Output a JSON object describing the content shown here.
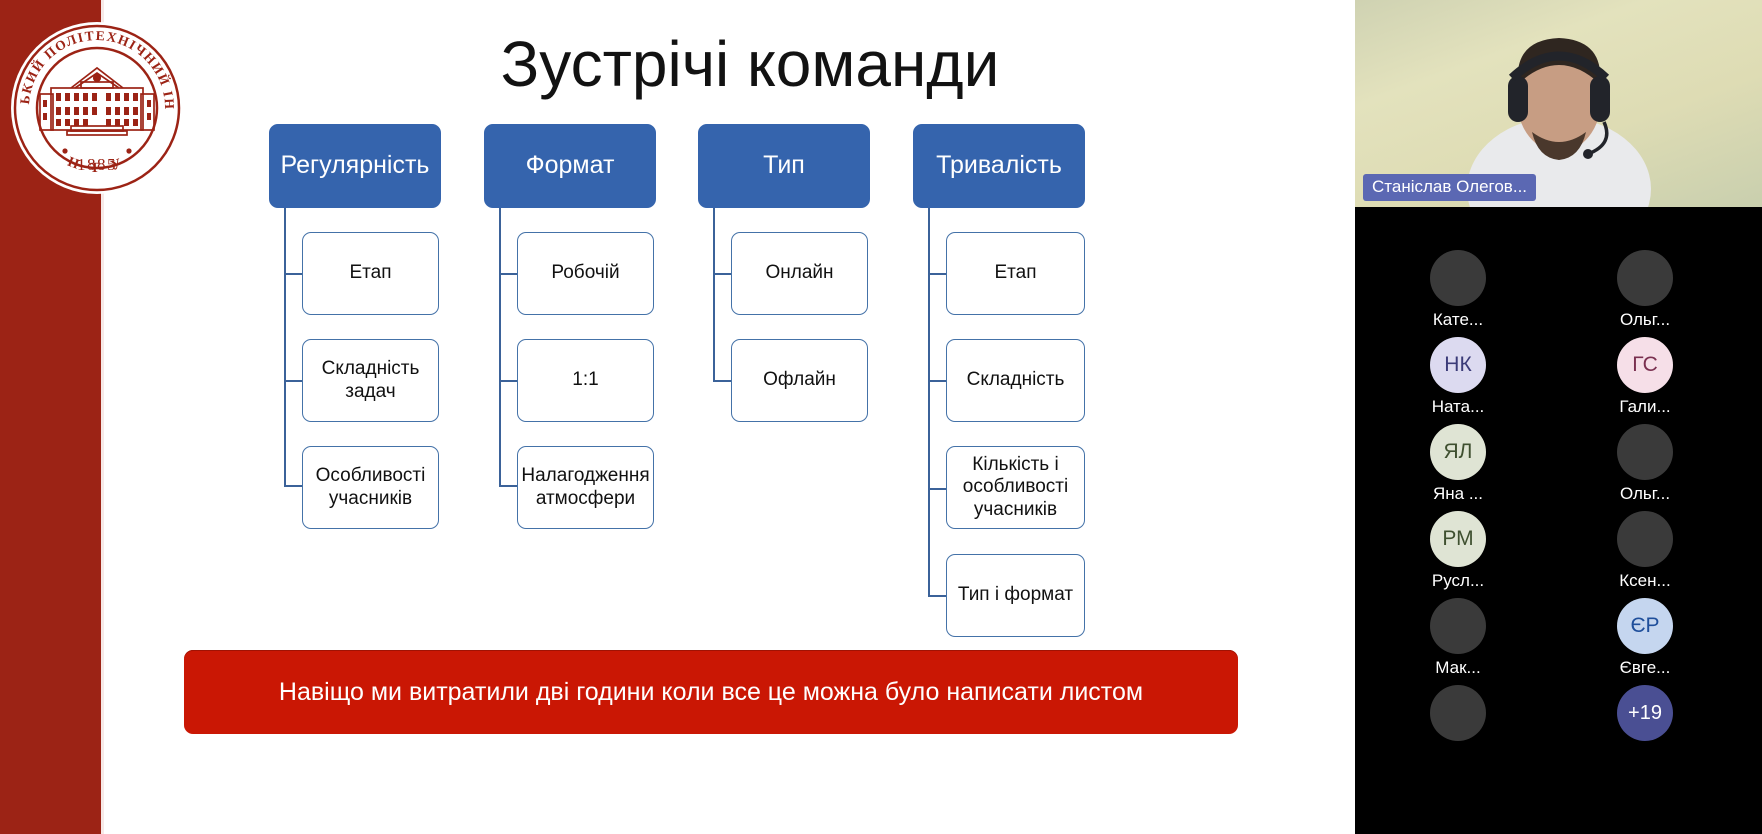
{
  "slide": {
    "title": "Зустрічі команди",
    "logo": {
      "outer_text_top": "ХАРКІВСЬКИЙ ПОЛІТЕХНІЧНИЙ ІНСТИТУТ",
      "year": "1885",
      "abbr": "Н Т У"
    },
    "banner_text": "Навіщо ми витратили дві години коли все це можна було написати листом",
    "colors": {
      "stripe": "#9c2315",
      "header_blue": "#3564ad",
      "leaf_border": "#4472a8",
      "banner_red": "#ca1704",
      "badge_blue": "#5b68b3"
    },
    "columns": [
      {
        "header": "Регулярність",
        "items": [
          "Етап",
          "Складність задач",
          "Особливості учасників"
        ]
      },
      {
        "header": "Формат",
        "items": [
          "Робочій",
          "1:1",
          "Налагодження атмосфери"
        ]
      },
      {
        "header": "Тип",
        "items": [
          "Онлайн",
          "Офлайн"
        ]
      },
      {
        "header": "Тривалість",
        "items": [
          "Етап",
          "Складність",
          "Кількість і особливості учасників",
          "Тип і формат"
        ]
      }
    ]
  },
  "call": {
    "speaker_name": "Станіслав Олегов...",
    "participants": [
      {
        "name": "Кате...",
        "initials": "",
        "kind": "photo",
        "photo": "p1"
      },
      {
        "name": "Ольг...",
        "initials": "",
        "kind": "photo",
        "photo": "p2"
      },
      {
        "name": "Ната...",
        "initials": "НК",
        "kind": "initials",
        "bg": "#dcdaf0",
        "fg": "#3b3b78"
      },
      {
        "name": "Гали...",
        "initials": "ГС",
        "kind": "initials",
        "bg": "#f6dfe8",
        "fg": "#7a3050"
      },
      {
        "name": "Яна ...",
        "initials": "ЯЛ",
        "kind": "initials",
        "bg": "#dfe4d4",
        "fg": "#3f5030"
      },
      {
        "name": "Ольг...",
        "initials": "",
        "kind": "photo",
        "photo": "p3"
      },
      {
        "name": "Русл...",
        "initials": "РМ",
        "kind": "initials",
        "bg": "#dfe4d4",
        "fg": "#3f5030"
      },
      {
        "name": "Ксен...",
        "initials": "",
        "kind": "photo",
        "photo": "p4"
      },
      {
        "name": "Мак...",
        "initials": "",
        "kind": "photo",
        "photo": "p5"
      },
      {
        "name": "Євге...",
        "initials": "ЄР",
        "kind": "initials",
        "bg": "#c5d6ef",
        "fg": "#1f4f9b"
      },
      {
        "name": "",
        "initials": "",
        "kind": "photo",
        "photo": "p6"
      },
      {
        "name": "",
        "initials": "+19",
        "kind": "more",
        "bg": "#4a4f93",
        "fg": "#ffffff"
      }
    ],
    "overflow_label": "+19"
  }
}
